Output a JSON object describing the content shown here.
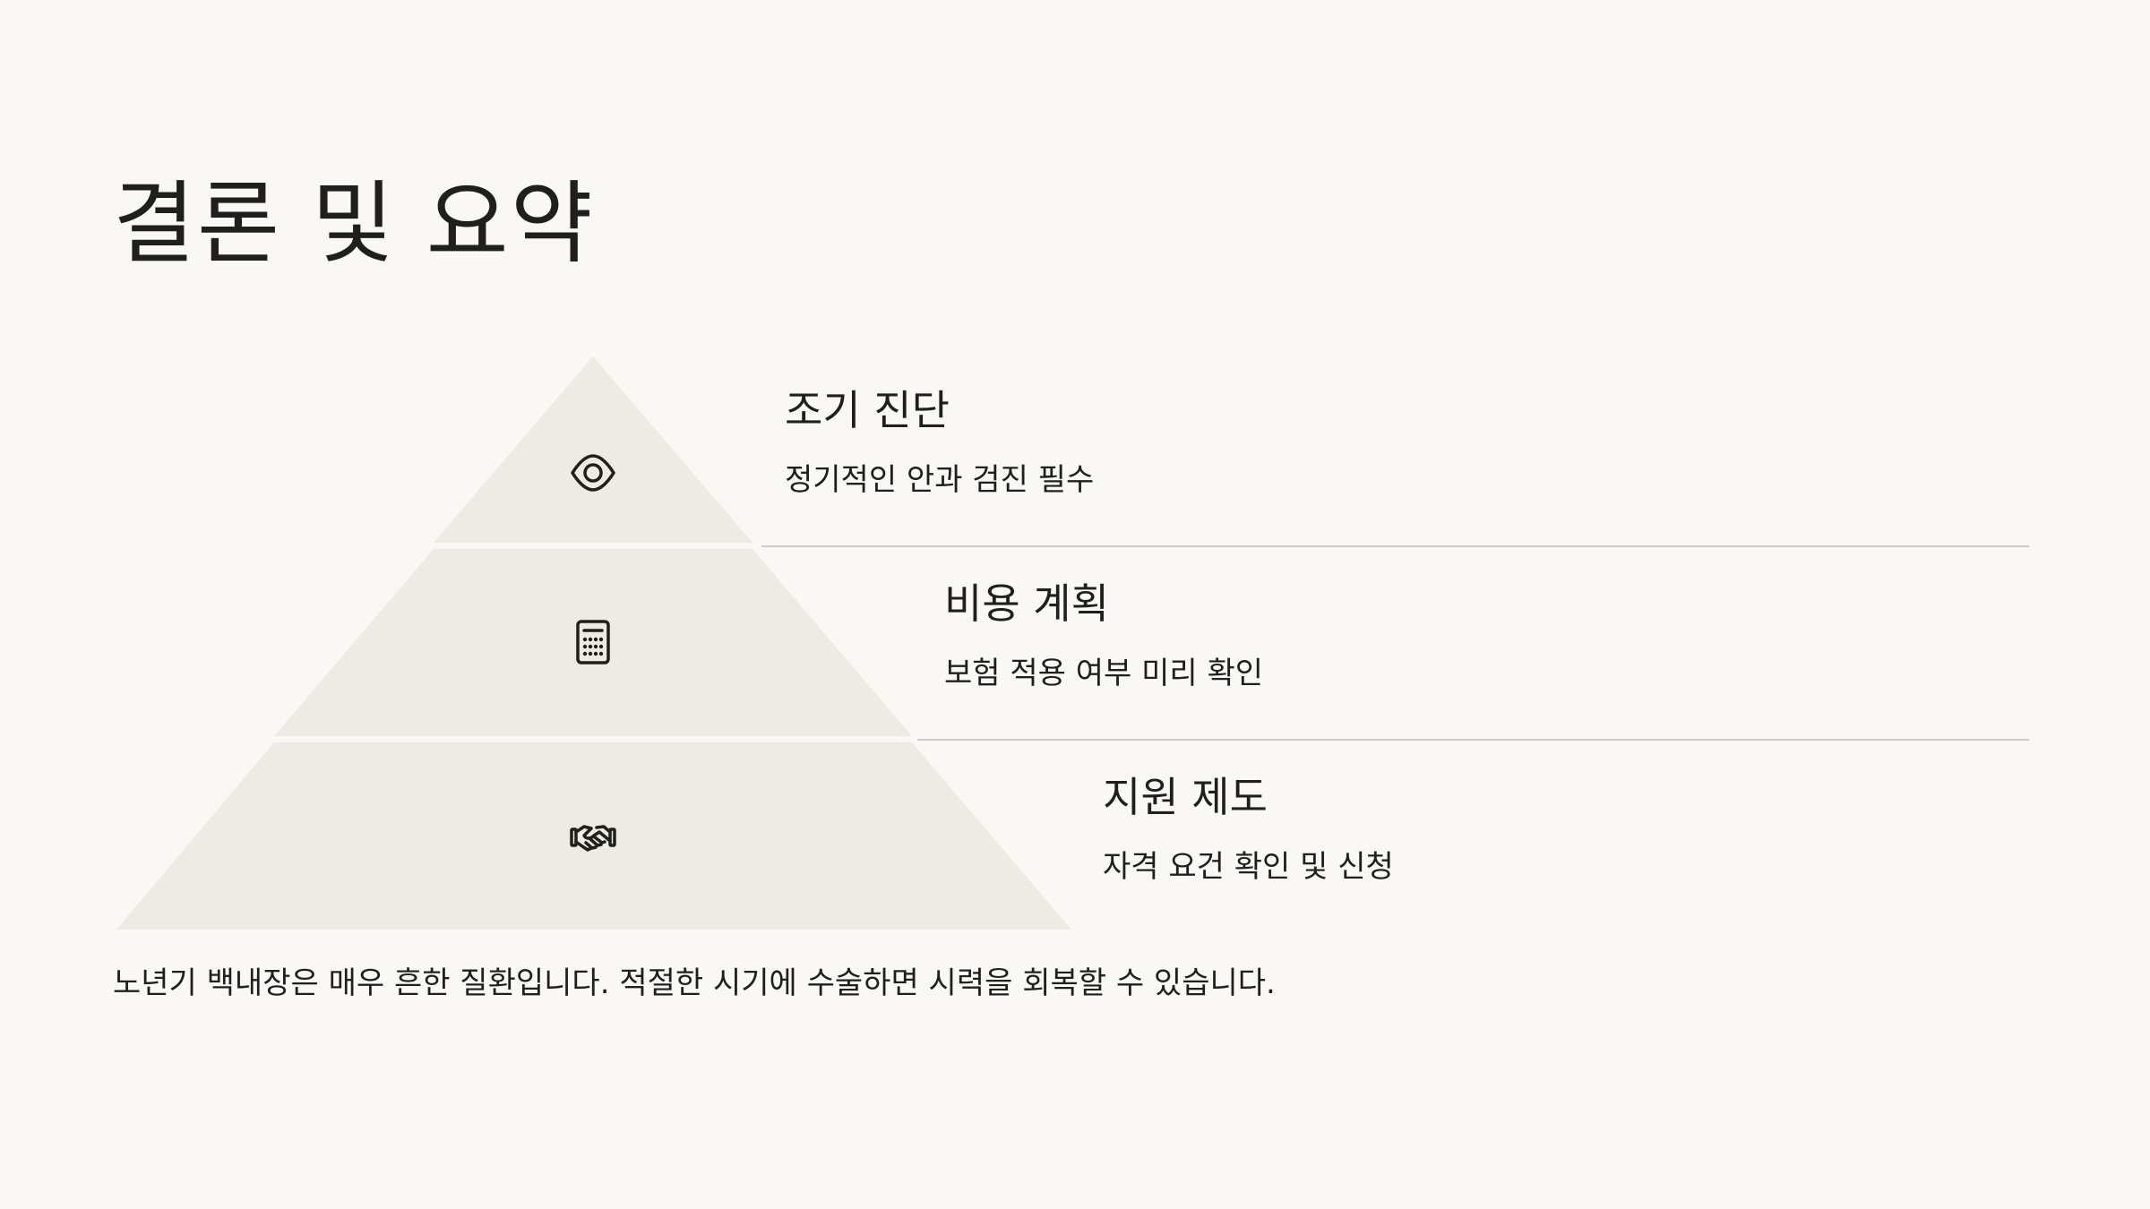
{
  "slide": {
    "title": "결론 및 요약",
    "summary": "노년기 백내장은 매우 흔한 질환입니다. 적절한 시기에 수술하면 시력을 회복할 수 있습니다."
  },
  "pyramid": {
    "tiers": [
      {
        "heading": "조기 진단",
        "description": "정기적인 안과 검진 필수",
        "icon": "eye-icon"
      },
      {
        "heading": "비용 계획",
        "description": "보험 적용 여부 미리 확인",
        "icon": "calculator-icon"
      },
      {
        "heading": "지원 제도",
        "description": "자격 요건 확인 및 신청",
        "icon": "handshake-icon"
      }
    ]
  },
  "colors": {
    "background": "#f9f8f4",
    "tier_fill": "#edebe4",
    "divider": "#cfcdc6",
    "text": "#1f1f1c"
  }
}
